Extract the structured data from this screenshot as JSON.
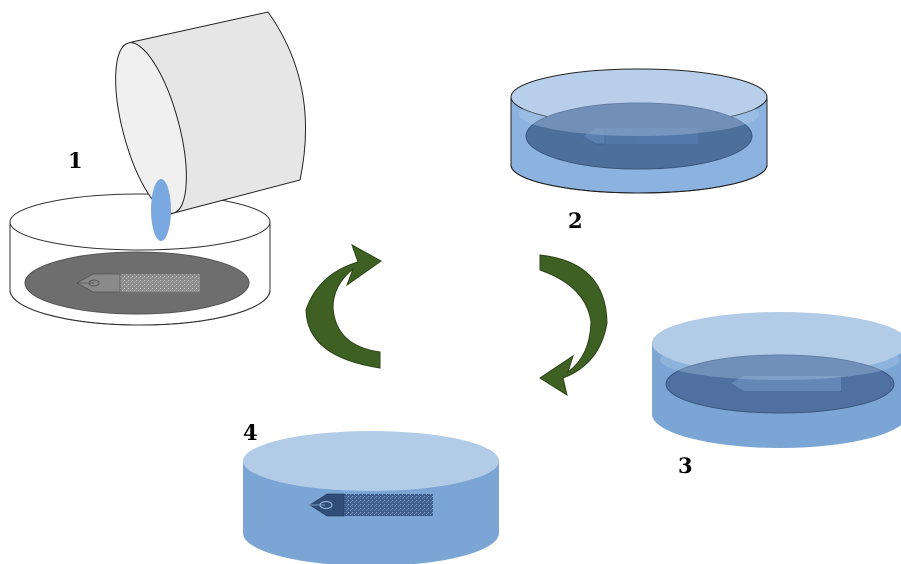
{
  "diagram": {
    "steps": [
      {
        "id": "1",
        "label": "1",
        "state": "pouring"
      },
      {
        "id": "2",
        "label": "2",
        "state": "filled-liquid"
      },
      {
        "id": "3",
        "label": "3",
        "state": "partially-set"
      },
      {
        "id": "4",
        "label": "4",
        "state": "solid-gel"
      }
    ],
    "cycle_arrows": [
      "cycle-arrow-left",
      "cycle-arrow-right"
    ],
    "colors": {
      "arrow": "#3e6023",
      "liquid": "#9bbee6",
      "liquid_dark": "#6f99cf",
      "gel_top": "#b2cbe7",
      "gel_side": "#7aa5d4",
      "plate": "#7a7a7a",
      "beaker": "#e6e6e6",
      "drop": "#7aa8e0"
    }
  }
}
